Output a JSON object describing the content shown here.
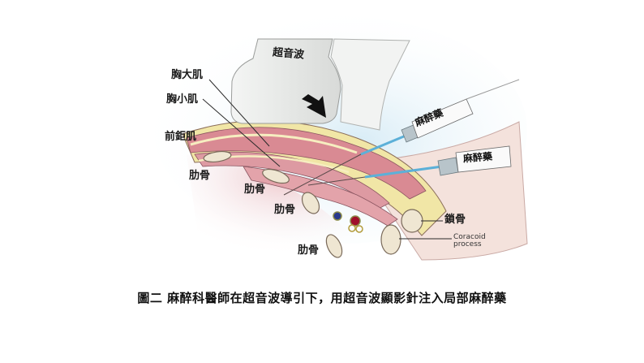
{
  "figure": {
    "probe_label": "超音波",
    "muscle_labels": {
      "pectoralis_major": "胸大肌",
      "pectoralis_minor": "胸小肌",
      "serratus_anterior": "前鉅肌"
    },
    "rib_labels": [
      "肋骨",
      "肋骨",
      "肋骨",
      "肋骨"
    ],
    "clavicle_label": "鎖骨",
    "coracoid_label_line1": "Coracoid",
    "coracoid_label_line2": "process",
    "syringe_labels": [
      "麻醉藥",
      "麻醉藥"
    ],
    "colors": {
      "muscle": "#d98a93",
      "fat": "#f1e6a6",
      "bone": "#efe6d2",
      "skin_bg": "#f3dcd8",
      "probe": "#eceeec",
      "needle_blue": "#5cb0d8",
      "vein": "#2a3a8c",
      "artery": "#a0102a"
    }
  },
  "caption": "圖二 麻醉科醫師在超音波導引下，用超音波顯影針注入局部麻醉藥"
}
